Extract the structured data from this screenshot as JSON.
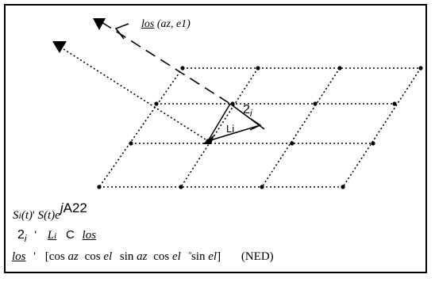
{
  "labels": {
    "los_label_word": "los",
    "los_label_args": " (az, e1)",
    "two_i": "2",
    "two_i_sub": "i",
    "li_label": "Li"
  },
  "equations": {
    "eq1": {
      "lhs_fn": "S",
      "lhs_sub": "i",
      "lhs_arg": "(t)",
      "lhs_sep": "'",
      "rhs_fn": "S",
      "rhs_arg": "(t)",
      "rhs_e": "e",
      "rhs_exp_j": "j",
      "rhs_exp_a": "A",
      "rhs_exp_2": "2",
      "rhs_exp_tail": "2"
    },
    "eq2": {
      "lhs": "2",
      "lhs_sub": "i",
      "sep": "'",
      "L": "L",
      "L_sub": "i",
      "op": "C",
      "los": "los"
    },
    "eq3": {
      "los": "los",
      "sep": "'",
      "body_1": "[cos",
      "az1": "az",
      "body_2": "cos",
      "el1": "el",
      "body_3": "sin",
      "az2": "az",
      "body_4": "cos",
      "el2": "el",
      "body_5": "º",
      "body_6": "sin",
      "el3": "el",
      "close": "]",
      "ned": "(NED)"
    }
  }
}
